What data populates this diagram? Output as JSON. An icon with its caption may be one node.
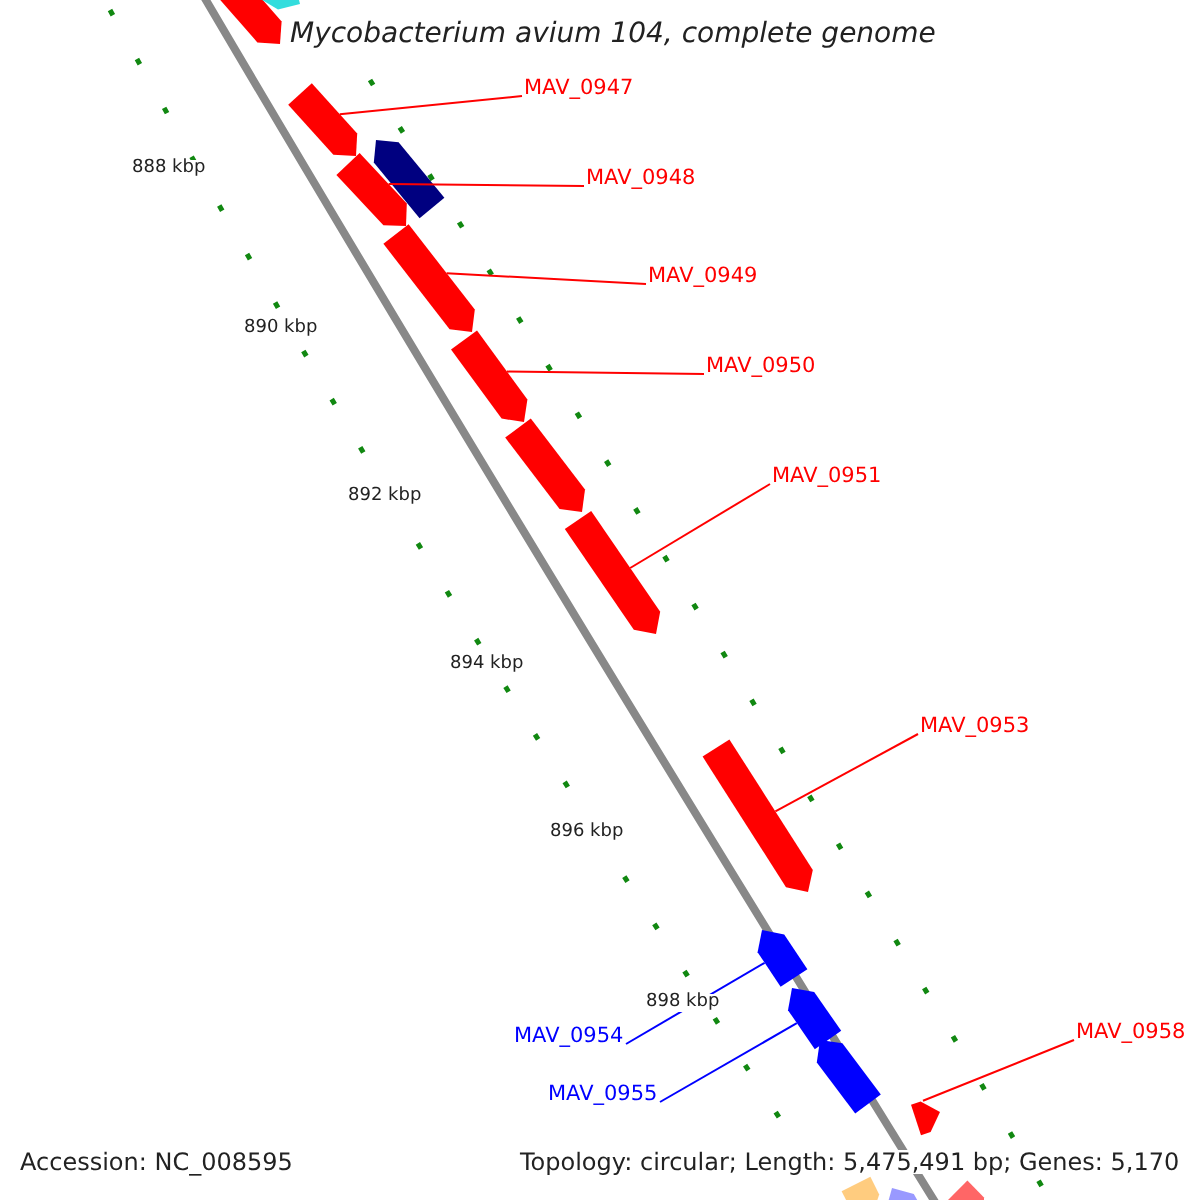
{
  "diagram": {
    "title": "Mycobacterium avium 104, complete genome",
    "nodes": [
      {
        "text": [
          "MAV_0947"
        ]
      },
      {
        "text": [
          "MAV_0948"
        ]
      },
      {
        "text": [
          "MAV_0949"
        ]
      },
      {
        "text": [
          "MAV_0950"
        ]
      },
      {
        "text": [
          "MAV_0951"
        ]
      },
      {
        "text": [
          "MAV_0953"
        ]
      },
      {
        "text": [
          "MAV_0954"
        ]
      },
      {
        "text": [
          "MAV_0955"
        ]
      },
      {
        "text": [
          "MAV_0958"
        ]
      },
      {
        "text": [],
        "shape": "bar"
      },
      {
        "text": [],
        "shape": "bar"
      },
      {
        "text": [],
        "shape": "bar"
      },
      {
        "text": [],
        "shape": "bar"
      },
      {
        "text": [],
        "shape": "bar"
      },
      {
        "text": [],
        "shape": "bar"
      },
      {
        "text": [],
        "shape": "bar"
      },
      {
        "text": [],
        "shape": "bar"
      },
      {
        "text": [],
        "shape": "bar"
      },
      {
        "text": [],
        "shape": "bar"
      },
      {
        "text": [],
        "shape": "bar"
      },
      {
        "text": [],
        "shape": "bar"
      },
      {
        "text": [],
        "shape": "bar"
      },
      {
        "text": [],
        "shape": "bar"
      },
      {
        "text": [],
        "shape": "bar"
      },
      {
        "text": [],
        "shape": "bar"
      },
      {
        "text": [],
        "shape": "bar"
      }
    ],
    "edges": [
      {
        "from": 0,
        "to": 11,
        "arrow": "none"
      },
      {
        "from": 1,
        "to": 13,
        "arrow": "none"
      },
      {
        "from": 2,
        "to": 14,
        "arrow": "none"
      },
      {
        "from": 3,
        "to": 15,
        "arrow": "none"
      },
      {
        "from": 4,
        "to": 17,
        "arrow": "none"
      },
      {
        "from": 5,
        "to": 18,
        "arrow": "none"
      },
      {
        "from": 6,
        "to": 19,
        "arrow": "none",
        "color": "#0000ff"
      },
      {
        "from": 7,
        "to": 20,
        "arrow": "none",
        "color": "#0000ff"
      },
      {
        "from": 8,
        "to": 22,
        "arrow": "none"
      }
    ],
    "labels": [
      "888 kbp",
      "890 kbp",
      "892 kbp",
      "894 kbp",
      "896 kbp",
      "898 kbp",
      "Accession: NC_008595",
      "Topology: circular; Length: 5,475,491 bp; Genes: 5,170"
    ]
  }
}
